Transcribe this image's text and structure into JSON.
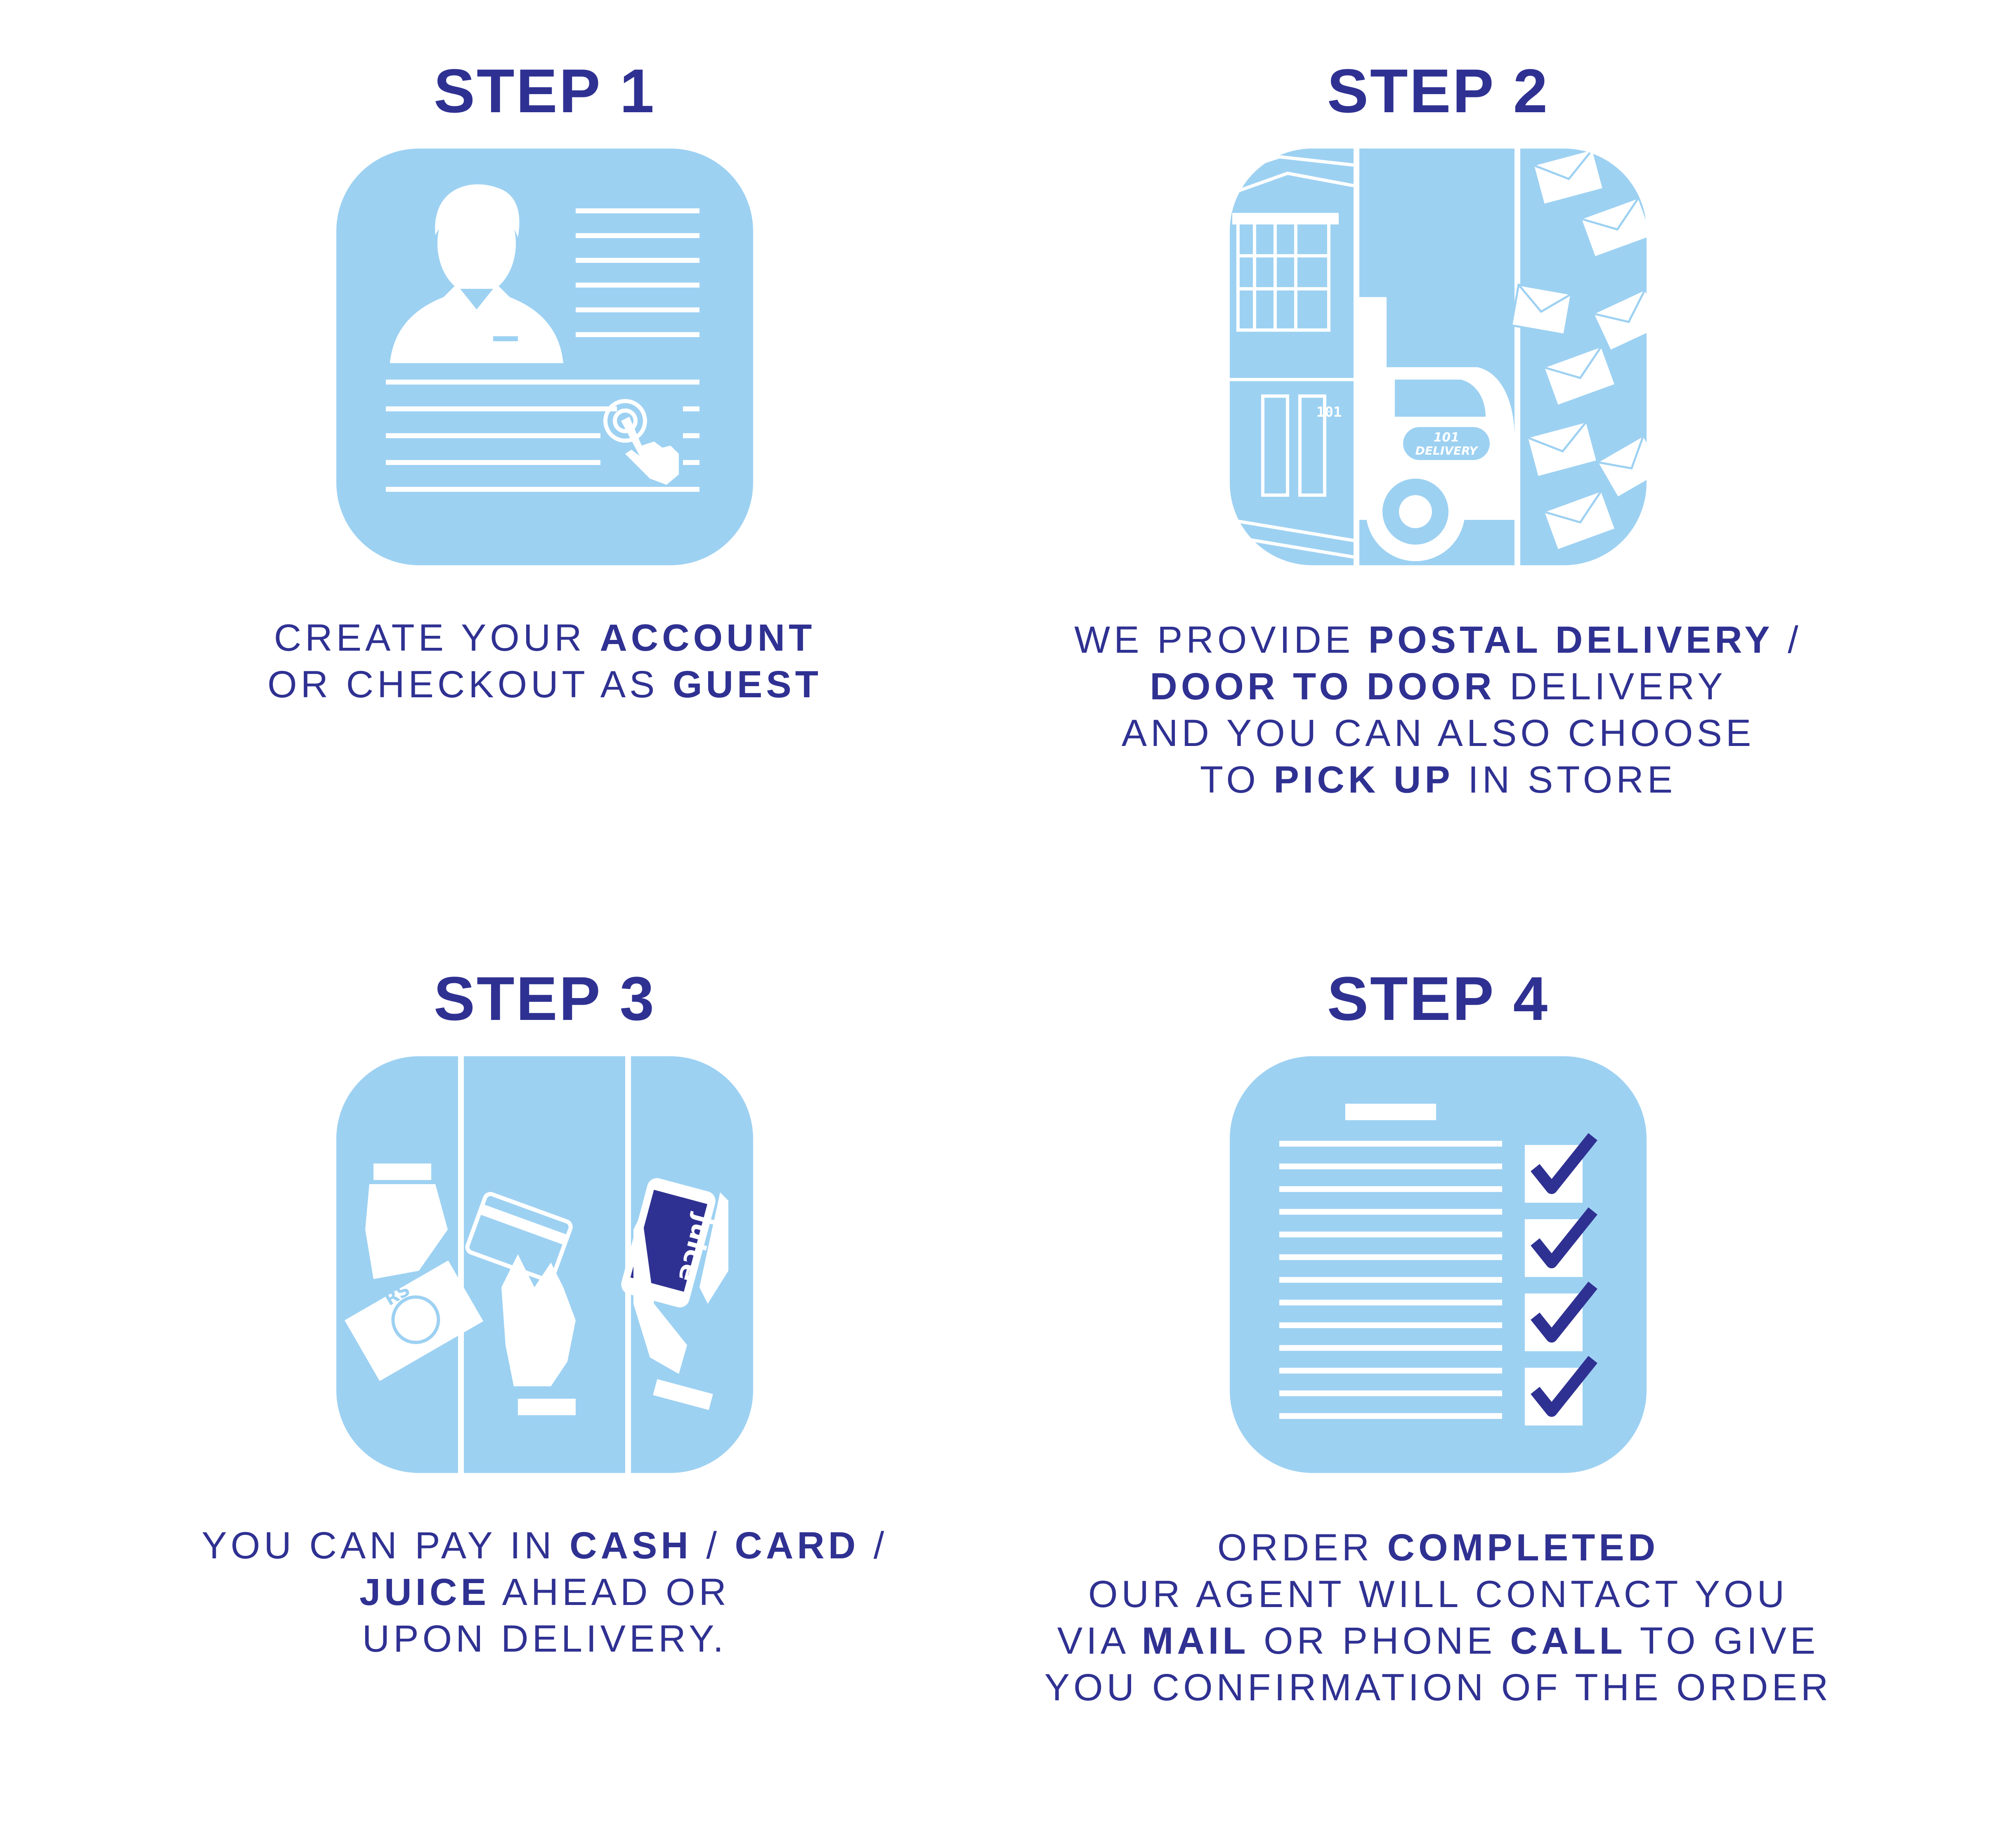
{
  "colors": {
    "navy": "#2f3192",
    "panel": "#9dd1f2",
    "white": "#ffffff"
  },
  "steps": [
    {
      "title": "STEP 1",
      "icon": "account-form-icon",
      "lines": [
        [
          {
            "t": "CREATE YOUR "
          },
          {
            "t": "ACCOUNT",
            "b": true
          }
        ],
        [
          {
            "t": "OR CHECKOUT AS "
          },
          {
            "t": "GUEST",
            "b": true
          }
        ]
      ]
    },
    {
      "title": "STEP 2",
      "icon": "delivery-options-icon",
      "van_label": [
        "101",
        "DELIVERY"
      ],
      "store_number": "101",
      "lines": [
        [
          {
            "t": "WE PROVIDE "
          },
          {
            "t": "POSTAL DELIVERY",
            "b": true
          },
          {
            "t": " /"
          }
        ],
        [
          {
            "t": "DOOR TO DOOR",
            "b": true
          },
          {
            "t": " DELIVERY"
          }
        ],
        [
          {
            "t": "AND YOU CAN ALSO CHOOSE"
          }
        ],
        [
          {
            "t": "TO "
          },
          {
            "t": "PICK UP",
            "b": true
          },
          {
            "t": " IN STORE"
          }
        ]
      ]
    },
    {
      "title": "STEP 3",
      "icon": "payment-options-icon",
      "cash_label": "RS",
      "wallet_label": "juice",
      "lines": [
        [
          {
            "t": "YOU CAN PAY IN "
          },
          {
            "t": "CASH",
            "b": true
          },
          {
            "t": " / "
          },
          {
            "t": "CARD",
            "b": true
          },
          {
            "t": " /"
          }
        ],
        [
          {
            "t": "JUICE",
            "b": true
          },
          {
            "t": " AHEAD OR"
          }
        ],
        [
          {
            "t": "UPON DELIVERY."
          }
        ]
      ]
    },
    {
      "title": "STEP 4",
      "icon": "checklist-icon",
      "lines": [
        [
          {
            "t": "ORDER "
          },
          {
            "t": "COMPLETED",
            "b": true
          }
        ],
        [
          {
            "t": "OUR AGENT WILL CONTACT YOU"
          }
        ],
        [
          {
            "t": "VIA "
          },
          {
            "t": "MAIL",
            "b": true
          },
          {
            "t": " OR PHONE "
          },
          {
            "t": "CALL",
            "b": true
          },
          {
            "t": " TO GIVE"
          }
        ],
        [
          {
            "t": "YOU CONFIRMATION OF THE ORDER"
          }
        ]
      ]
    }
  ]
}
